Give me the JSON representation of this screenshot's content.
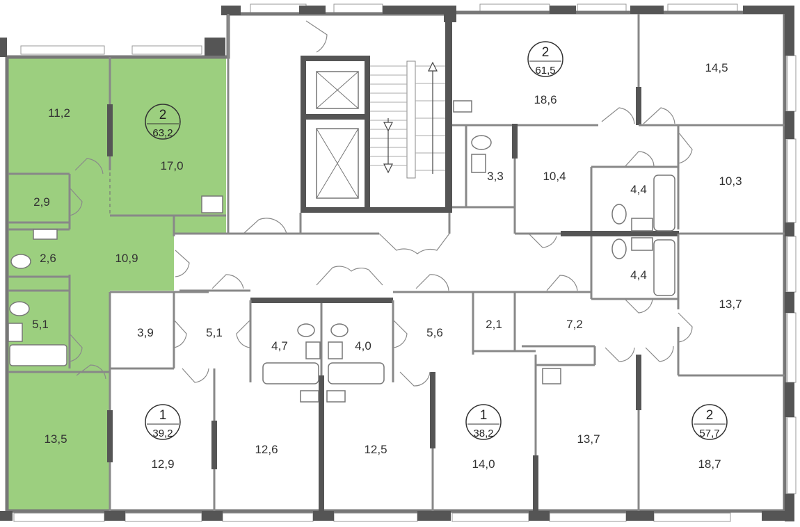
{
  "colors": {
    "highlight_apartment": "#9ccf7f",
    "wall": "#777777",
    "thick_wall": "#555555",
    "text": "#333333"
  },
  "apartments": [
    {
      "rooms": "2",
      "area": "63,2"
    },
    {
      "rooms": "2",
      "area": "61,5"
    },
    {
      "rooms": "1",
      "area": "39,2"
    },
    {
      "rooms": "1",
      "area": "38,2"
    },
    {
      "rooms": "2",
      "area": "57,7"
    }
  ],
  "rooms": {
    "r_11_2": "11,2",
    "r_17_0": "17,0",
    "r_2_9": "2,9",
    "r_2_6": "2,6",
    "r_10_9": "10,9",
    "r_5_1a": "5,1",
    "r_13_5": "13,5",
    "r_18_6": "18,6",
    "r_14_5": "14,5",
    "r_3_3": "3,3",
    "r_10_4": "10,4",
    "r_4_4a": "4,4",
    "r_10_3": "10,3",
    "r_4_4b": "4,4",
    "r_13_7a": "13,7",
    "r_3_9": "3,9",
    "r_5_1b": "5,1",
    "r_4_7": "4,7",
    "r_4_0": "4,0",
    "r_5_6": "5,6",
    "r_2_1": "2,1",
    "r_7_2": "7,2",
    "r_12_9": "12,9",
    "r_12_6": "12,6",
    "r_12_5": "12,5",
    "r_14_0": "14,0",
    "r_13_7b": "13,7",
    "r_18_7": "18,7"
  },
  "icons": [
    "elevator-icon",
    "stair-arrow-icon",
    "door-icon",
    "bathtub-icon",
    "sink-icon",
    "toilet-icon"
  ]
}
